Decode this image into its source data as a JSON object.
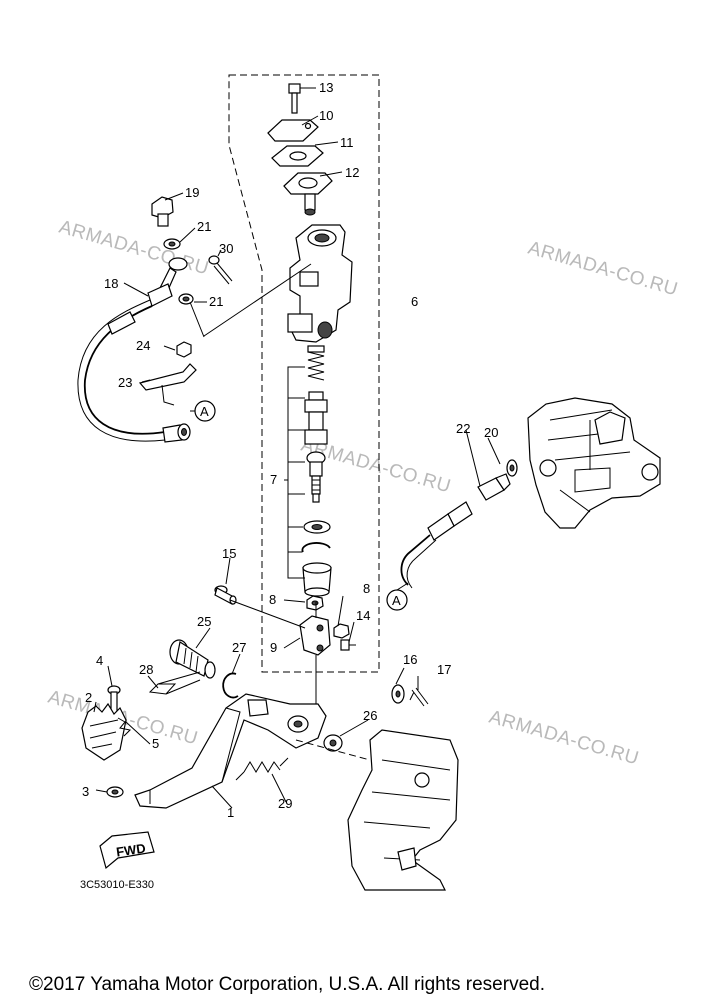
{
  "watermark": {
    "text": "ARMADA-CO.RU",
    "color": "#b9b9b9"
  },
  "callouts": [
    {
      "id": "p13",
      "text": "13"
    },
    {
      "id": "p10",
      "text": "10"
    },
    {
      "id": "p11",
      "text": "11"
    },
    {
      "id": "p12",
      "text": "12"
    },
    {
      "id": "p19",
      "text": "19"
    },
    {
      "id": "p21a",
      "text": "21"
    },
    {
      "id": "p30",
      "text": "30"
    },
    {
      "id": "p18",
      "text": "18"
    },
    {
      "id": "p21b",
      "text": "21"
    },
    {
      "id": "p6",
      "text": "6"
    },
    {
      "id": "p24",
      "text": "24"
    },
    {
      "id": "p23",
      "text": "23"
    },
    {
      "id": "pA1",
      "text": "A"
    },
    {
      "id": "p20",
      "text": "20"
    },
    {
      "id": "p22",
      "text": "22"
    },
    {
      "id": "p7",
      "text": "7"
    },
    {
      "id": "p15",
      "text": "15"
    },
    {
      "id": "p8a",
      "text": "8"
    },
    {
      "id": "p8b",
      "text": "8"
    },
    {
      "id": "pA2",
      "text": "A"
    },
    {
      "id": "p14",
      "text": "14"
    },
    {
      "id": "p9",
      "text": "9"
    },
    {
      "id": "p25",
      "text": "25"
    },
    {
      "id": "p27",
      "text": "27"
    },
    {
      "id": "p16",
      "text": "16"
    },
    {
      "id": "p17",
      "text": "17"
    },
    {
      "id": "p4",
      "text": "4"
    },
    {
      "id": "p28",
      "text": "28"
    },
    {
      "id": "p2",
      "text": "2"
    },
    {
      "id": "p5",
      "text": "5"
    },
    {
      "id": "p26",
      "text": "26"
    },
    {
      "id": "p3",
      "text": "3"
    },
    {
      "id": "p29",
      "text": "29"
    },
    {
      "id": "p1",
      "text": "1"
    }
  ],
  "fwd_label": "FWD",
  "diagram_code": "3C53010-E330",
  "copyright": "©2017 Yamaha Motor Corporation, U.S.A. All rights reserved."
}
